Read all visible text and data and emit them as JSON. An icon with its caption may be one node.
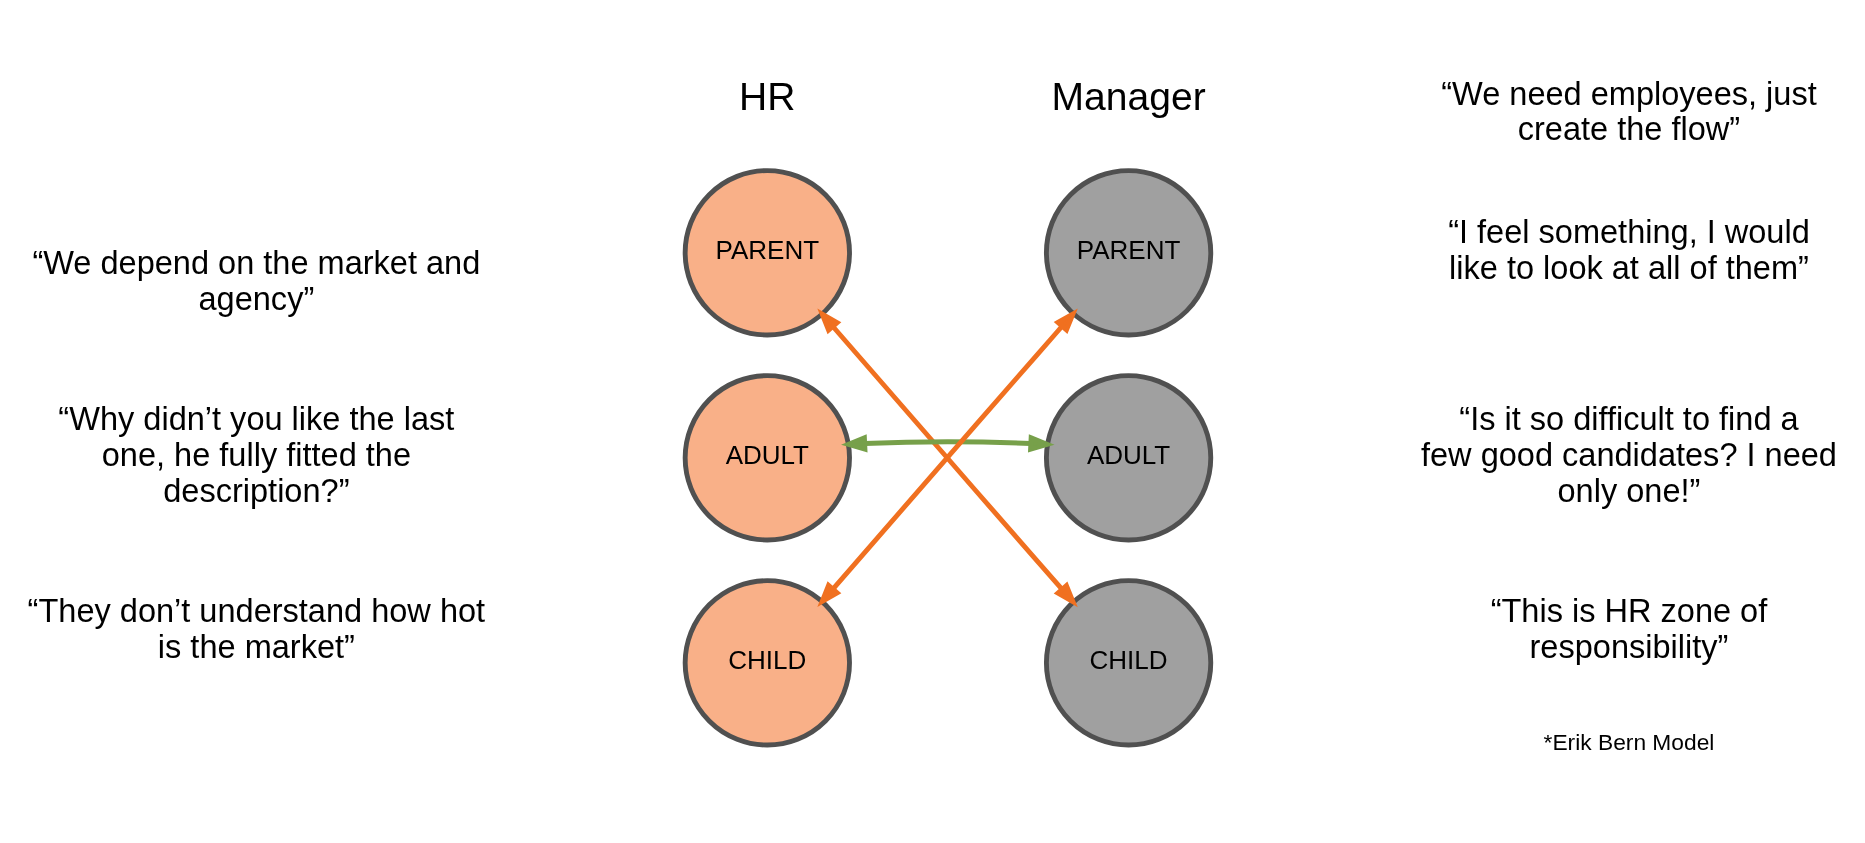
{
  "diagram": {
    "nodes": [
      {
        "text": [
          "PARENT"
        ]
      },
      {
        "text": [
          "ADULT"
        ]
      },
      {
        "text": [
          "CHILD"
        ]
      },
      {
        "text": [
          "PARENT"
        ]
      },
      {
        "text": [
          "ADULT"
        ]
      },
      {
        "text": [
          "CHILD"
        ]
      }
    ],
    "edges": [
      {
        "from": 0,
        "to": 5,
        "arrow": "both"
      },
      {
        "from": 2,
        "to": 3,
        "arrow": "both"
      },
      {
        "from": 1,
        "to": 4,
        "arrow": "both",
        "color": "#77a04a"
      }
    ],
    "labels": [
      "HR",
      "Manager",
      "“We depend on the market and agency”",
      "“We need employees, just create the flow”",
      "“I feel something, I would like to look at all of them”",
      "“Why didn’t you like the last one, he fully fitted the description?”",
      "“Is it so difficult to find a few good candidates? I need only one!”",
      "“This is HR zone of responsibility”",
      "“They don’t understand how hot is the market”",
      "*Erik Bern Model"
    ]
  }
}
